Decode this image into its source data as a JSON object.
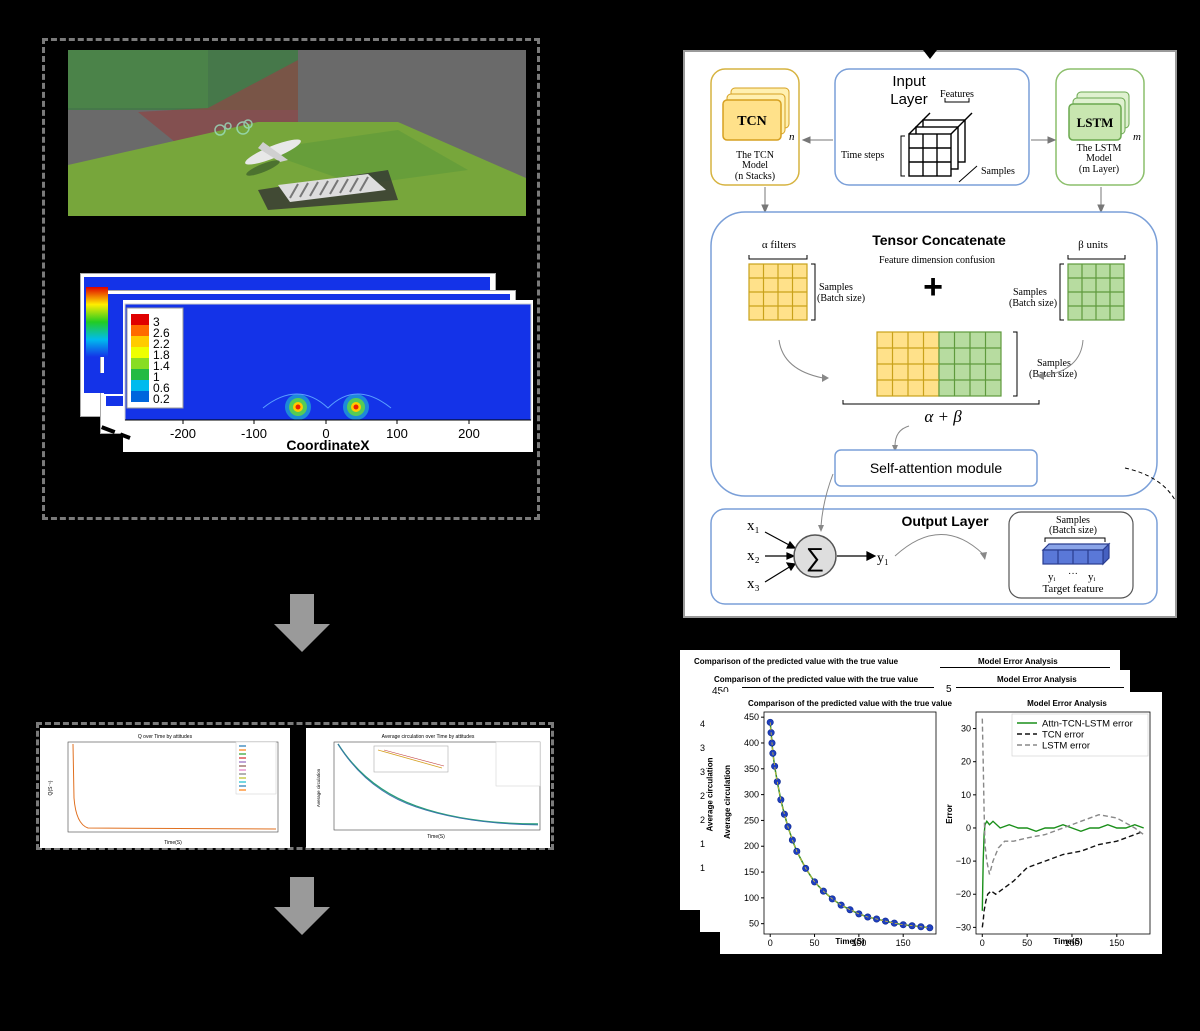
{
  "colorbar": {
    "ticks": [
      "3",
      "2.6",
      "2.2",
      "1.8",
      "1.4",
      "1",
      "0.6",
      "0.2"
    ]
  },
  "contour": {
    "xticks": [
      "-200",
      "-100",
      "0",
      "100",
      "200"
    ],
    "xlabel": "CoordinateX"
  },
  "small_plot_left": {
    "title": "Q over Time by attitudes",
    "xlabel": "Time(S)",
    "ylabel": "Q(S⁻¹)"
  },
  "small_plot_right": {
    "title": "Average circulation over Time by attitudes",
    "xlabel": "Time(S)",
    "ylabel": "Average circulation"
  },
  "arch": {
    "input_title_1": "Input",
    "input_title_2": "Layer",
    "features": "Features",
    "time_steps": "Time steps",
    "samples": "Samples",
    "tcn_label": "TCN",
    "tcn_n": "n",
    "tcn_caption_1": "The TCN",
    "tcn_caption_2": "Model",
    "tcn_caption_3": "(n Stacks)",
    "lstm_label": "LSTM",
    "lstm_m": "m",
    "lstm_caption_1": "The LSTM",
    "lstm_caption_2": "Model",
    "lstm_caption_3": "(m Layer)",
    "concat_title": "Tensor Concatenate",
    "concat_sub": "Feature dimension confusion",
    "alpha_filters": "α  filters",
    "beta_units": "β  units",
    "batch_samples": "Samples",
    "batch_size": "(Batch size)",
    "alpha_beta": "α + β",
    "attention": "Self-attention module",
    "output_title": "Output Layer",
    "x1": "x₁",
    "x2": "x₂",
    "x3": "x₃",
    "sigma": "∑",
    "y1": "y₁",
    "out_samples": "Samples",
    "out_batch": "(Batch size)",
    "yi": "yᵢ",
    "dots": "···",
    "target": "Target feature"
  },
  "results": {
    "pred_title": "Comparison of the predicted value with the true value",
    "err_title": "Model Error Analysis",
    "pred_ylabel": "Average circulation",
    "err_ylabel": "Error",
    "xlabel": "Time(S)",
    "back_tick_450": "450",
    "back_tick_5": "5",
    "back_ticks": [
      "4",
      "3",
      "3",
      "2",
      "2",
      "1",
      "1"
    ]
  },
  "chart_data": [
    {
      "type": "scatter",
      "title": "Comparison of the predicted value with the true value",
      "xlabel": "Time(S)",
      "ylabel": "Average circulation",
      "xlim": [
        -7,
        187
      ],
      "ylim": [
        30,
        460
      ],
      "xticks": [
        0,
        50,
        100,
        150
      ],
      "yticks": [
        50,
        100,
        150,
        200,
        250,
        300,
        350,
        400,
        450
      ],
      "series": [
        {
          "x": [
            0,
            1,
            2,
            3,
            5,
            8,
            12,
            16,
            20,
            25,
            30,
            40,
            50,
            60,
            70,
            80,
            90,
            100,
            110,
            120,
            130,
            140,
            150,
            160,
            170,
            180
          ],
          "values": [
            440,
            420,
            400,
            380,
            355,
            325,
            290,
            262,
            238,
            212,
            190,
            157,
            131,
            113,
            98,
            86,
            77,
            69,
            63,
            59,
            55,
            51,
            48,
            46,
            44,
            42
          ]
        }
      ]
    },
    {
      "type": "line",
      "title": "Model Error Analysis",
      "xlabel": "Time(S)",
      "ylabel": "Error",
      "xlim": [
        -7,
        187
      ],
      "ylim": [
        -32,
        35
      ],
      "xticks": [
        0,
        50,
        100,
        150
      ],
      "yticks": [
        -30,
        -20,
        -10,
        0,
        10,
        20,
        30
      ],
      "legend": "top-right",
      "series": [
        {
          "name": "Attn-TCN-LSTM error",
          "color": "#1a8f1a",
          "x": [
            0,
            1,
            2,
            3,
            5,
            8,
            12,
            20,
            30,
            40,
            50,
            60,
            70,
            80,
            90,
            100,
            110,
            120,
            130,
            140,
            150,
            160,
            170,
            180
          ],
          "values": [
            -25,
            -10,
            -2,
            1,
            2,
            1,
            2,
            0,
            1,
            0,
            0,
            -1,
            0,
            0,
            1,
            0,
            -1,
            0,
            0,
            1,
            0,
            0,
            1,
            0
          ]
        },
        {
          "name": "TCN error",
          "color": "#111111",
          "dash": "5,3",
          "x": [
            0,
            1,
            2,
            4,
            6,
            10,
            15,
            25,
            35,
            50,
            70,
            90,
            110,
            130,
            150,
            170,
            180
          ],
          "values": [
            -30,
            -28,
            -25,
            -22,
            -20,
            -19,
            -20,
            -18,
            -16,
            -12,
            -10,
            -8,
            -7,
            -5,
            -4,
            -2,
            -1
          ]
        },
        {
          "name": "LSTM error",
          "color": "#888888",
          "dash": "5,3",
          "x": [
            0,
            1,
            2,
            3,
            5,
            8,
            12,
            18,
            25,
            35,
            50,
            70,
            90,
            110,
            130,
            150,
            170,
            180
          ],
          "values": [
            33,
            20,
            5,
            -5,
            -10,
            -14,
            -10,
            -6,
            -4,
            -4,
            -3,
            -2,
            0,
            2,
            4,
            3,
            0,
            -2
          ]
        }
      ]
    }
  ]
}
